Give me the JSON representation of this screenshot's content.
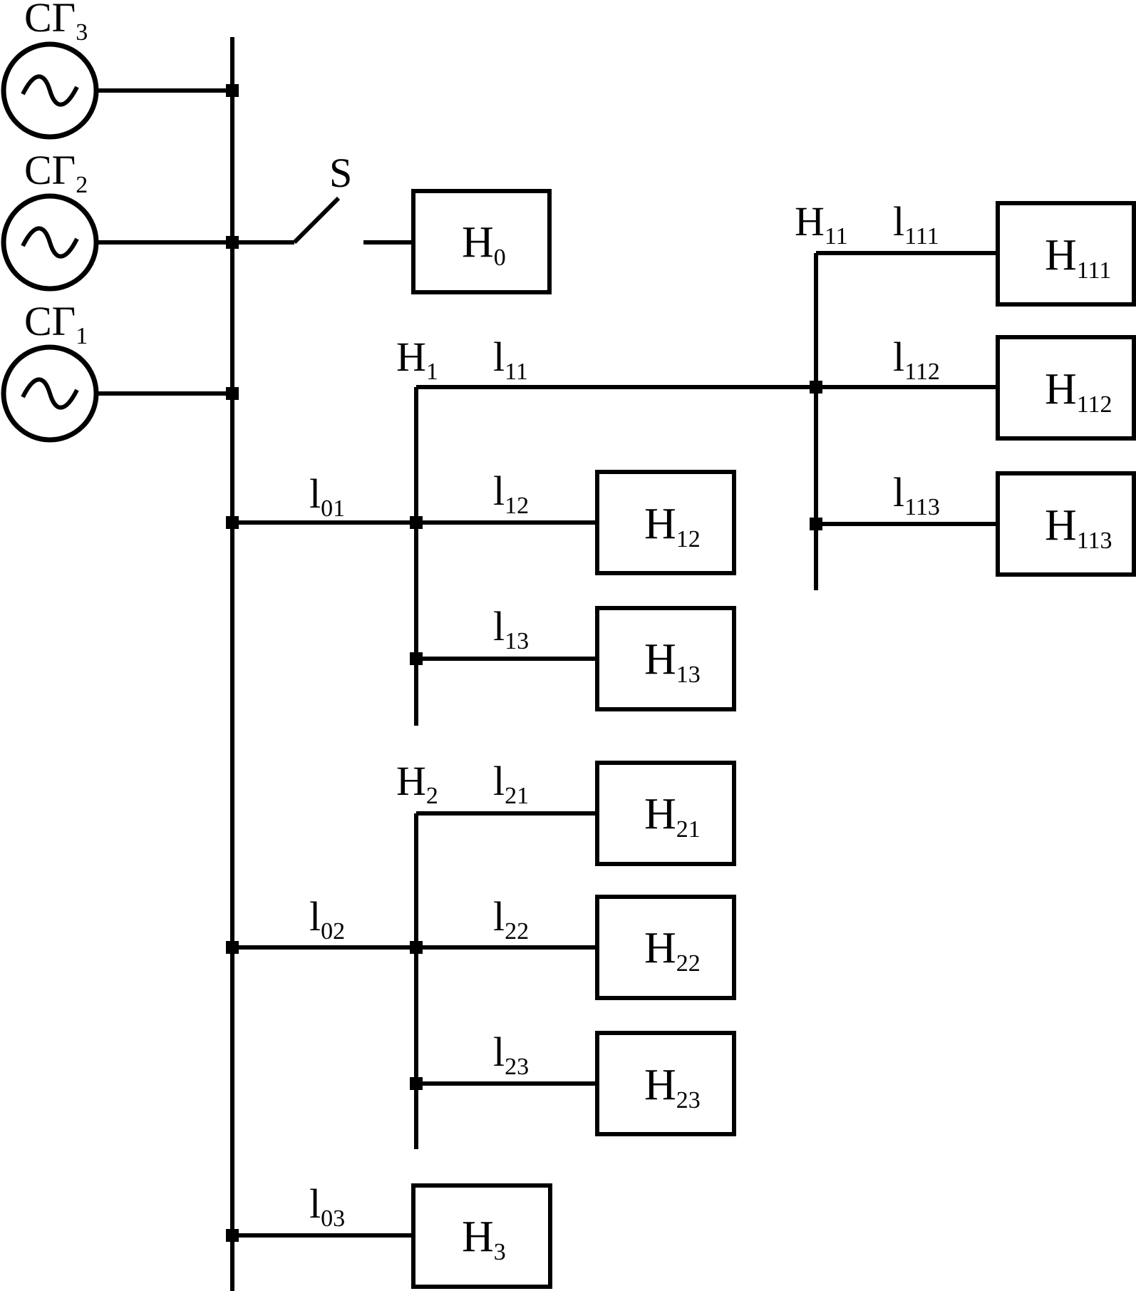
{
  "generators": [
    {
      "label": "СГ",
      "sub": "3"
    },
    {
      "label": "СГ",
      "sub": "2"
    },
    {
      "label": "СГ",
      "sub": "1"
    }
  ],
  "switch": {
    "label": "S"
  },
  "nodes": {
    "n1": {
      "label": "H",
      "sub": "1"
    },
    "n2": {
      "label": "H",
      "sub": "2"
    },
    "n11": {
      "label": "H",
      "sub": "11"
    }
  },
  "lines": {
    "l01": {
      "label": "l",
      "sub": "01"
    },
    "l02": {
      "label": "l",
      "sub": "02"
    },
    "l03": {
      "label": "l",
      "sub": "03"
    },
    "l11": {
      "label": "l",
      "sub": "11"
    },
    "l12": {
      "label": "l",
      "sub": "12"
    },
    "l13": {
      "label": "l",
      "sub": "13"
    },
    "l21": {
      "label": "l",
      "sub": "21"
    },
    "l22": {
      "label": "l",
      "sub": "22"
    },
    "l23": {
      "label": "l",
      "sub": "23"
    },
    "l111": {
      "label": "l",
      "sub": "111"
    },
    "l112": {
      "label": "l",
      "sub": "112"
    },
    "l113": {
      "label": "l",
      "sub": "113"
    }
  },
  "loads": {
    "h0": {
      "label": "H",
      "sub": "0"
    },
    "h3": {
      "label": "H",
      "sub": "3"
    },
    "h12": {
      "label": "H",
      "sub": "12"
    },
    "h13": {
      "label": "H",
      "sub": "13"
    },
    "h21": {
      "label": "H",
      "sub": "21"
    },
    "h22": {
      "label": "H",
      "sub": "22"
    },
    "h23": {
      "label": "H",
      "sub": "23"
    },
    "h111": {
      "label": "H",
      "sub": "111"
    },
    "h112": {
      "label": "H",
      "sub": "112"
    },
    "h113": {
      "label": "H",
      "sub": "113"
    }
  }
}
